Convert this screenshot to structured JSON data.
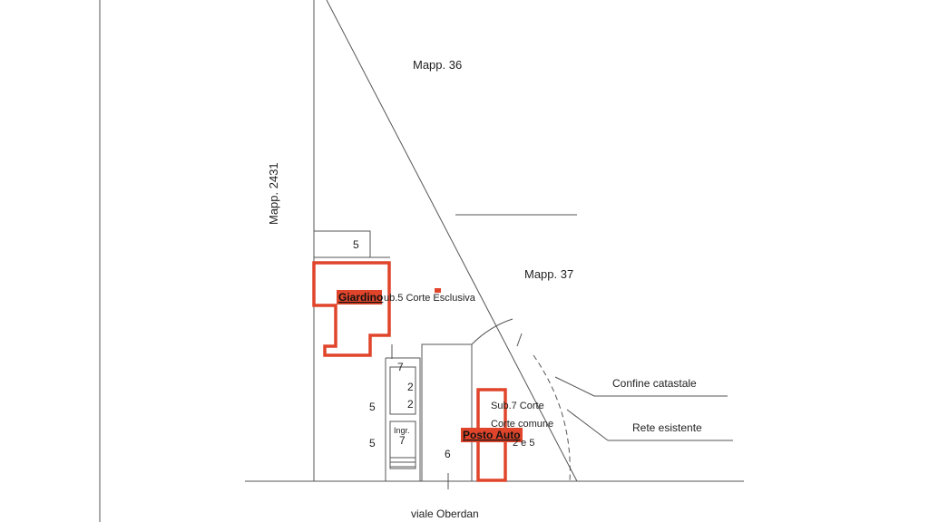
{
  "colors": {
    "line": "#555555",
    "highlight": "#e0452b",
    "highlight_fill": "#e0452b",
    "background": "#ffffff"
  },
  "labels": {
    "mapp_36": "Mapp. 36",
    "mapp_37": "Mapp. 37",
    "mapp_2431": "Mapp. 2431",
    "sub5_corte": "ub.5 Corte Esclusiva",
    "sub7_corte": "Sub.7 Corte",
    "corte_comune": "Corte comune",
    "sub_2_e_5": "2 e 5",
    "ingr": "Ingr.",
    "confine_catastale": "Confine catastale",
    "rete_esistente": "Rete esistente",
    "viale_oberdan": "viale Oberdan"
  },
  "numbers": {
    "n5_top": "5",
    "n7_top": "7",
    "n2_a": "2",
    "n2_b": "2",
    "n5_mid": "5",
    "n5_low": "5",
    "n7_low": "7",
    "n6": "6"
  },
  "highlights": {
    "giardino": "Giardino",
    "posto_auto": "Posto Auto"
  }
}
